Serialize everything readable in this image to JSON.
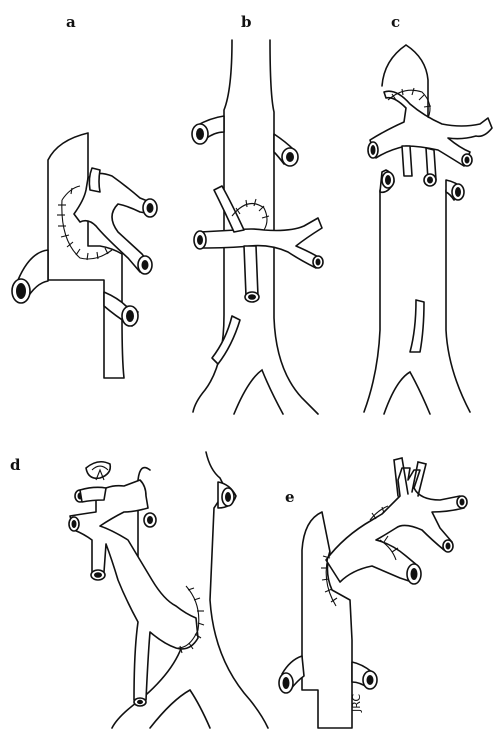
{
  "panels": [
    {
      "id": "a",
      "label": "a"
    },
    {
      "id": "b",
      "label": "b"
    },
    {
      "id": "c",
      "label": "c"
    },
    {
      "id": "d",
      "label": "d"
    },
    {
      "id": "e",
      "label": "e"
    }
  ],
  "signature": "JRC"
}
